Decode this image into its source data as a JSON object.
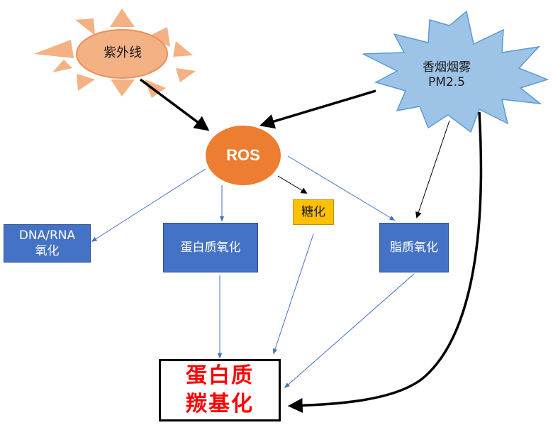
{
  "sources": {
    "uv": {
      "label": "紫外线"
    },
    "smoke": {
      "line1": "香烟烟雾",
      "line2": "PM2.5"
    }
  },
  "ros": {
    "label": "ROS"
  },
  "nodes": {
    "dna": {
      "line1": "DNA/RNA",
      "line2": "氧化"
    },
    "protein": {
      "label": "蛋白质氧化"
    },
    "glycation": {
      "label": "糖化"
    },
    "lipid": {
      "label": "脂质氧化"
    }
  },
  "result": {
    "line1": "蛋白质",
    "line2": "羰基化"
  },
  "colors": {
    "sun_fill": "#f4b183",
    "sun_stroke": "#f08c5a",
    "ros_fill": "#ed7d31",
    "smoke_fill": "#9dc3e6",
    "smoke_stroke": "#5b9bd5",
    "box_blue": "#4472c4",
    "box_yellow": "#ffc000",
    "thin_arrow": "#4472c4",
    "result_text": "#ff0000"
  }
}
